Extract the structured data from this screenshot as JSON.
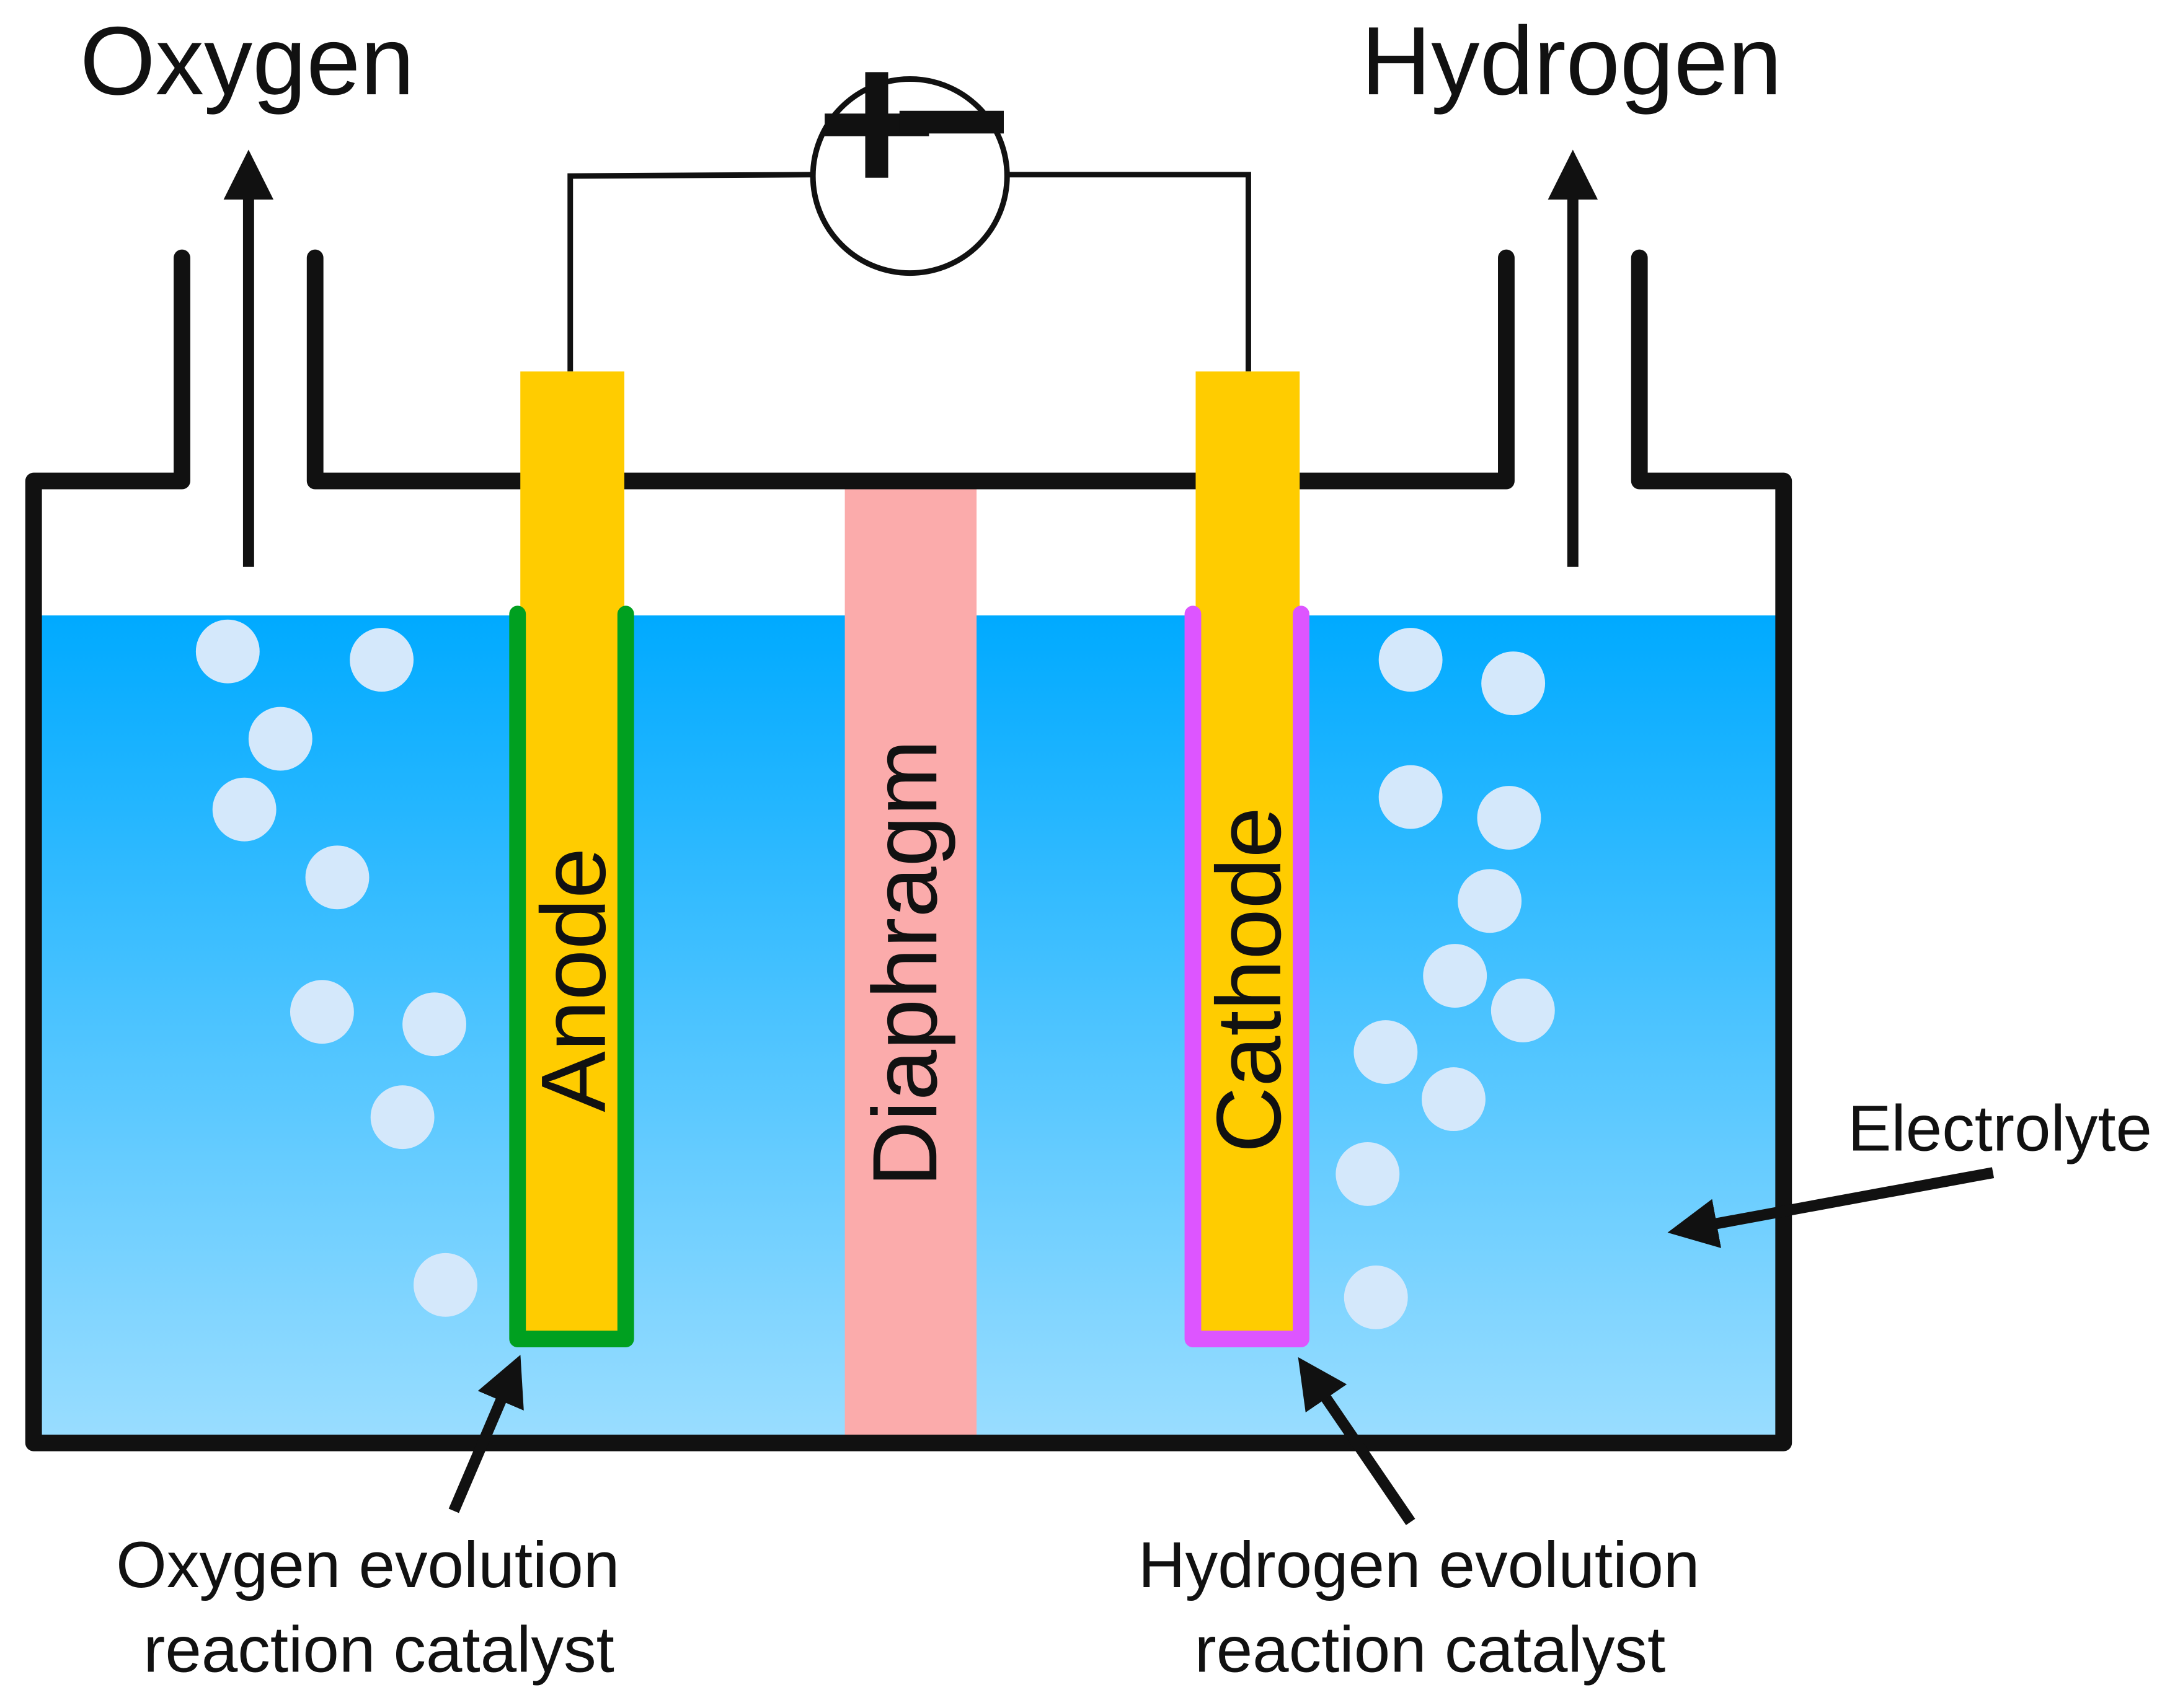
{
  "labels": {
    "oxygen": "Oxygen",
    "hydrogen": "Hydrogen",
    "anode": "Anode",
    "cathode": "Cathode",
    "diaphragm": "Diaphragm",
    "electrolyte": "Electrolyte",
    "oer_line1": "Oxygen evolution",
    "oer_line2": "reaction catalyst",
    "her_line1": "Hydrogen evolution",
    "her_line2": "reaction catalyst",
    "plus": "+",
    "minus": "−"
  },
  "colors": {
    "electrode": "#FFCC00",
    "oer_catalyst": "#00A020",
    "her_catalyst": "#DD55FF",
    "diaphragm": "#FBABAB",
    "electrolyte_top": "#00AAFF",
    "electrolyte_bottom": "#99DDFF",
    "bubble": "#D4E8FB",
    "outline": "#111111"
  },
  "icons": {
    "power_source": "battery-symbol-icon",
    "oxygen_outlet": "arrow-up-icon",
    "hydrogen_outlet": "arrow-up-icon"
  }
}
